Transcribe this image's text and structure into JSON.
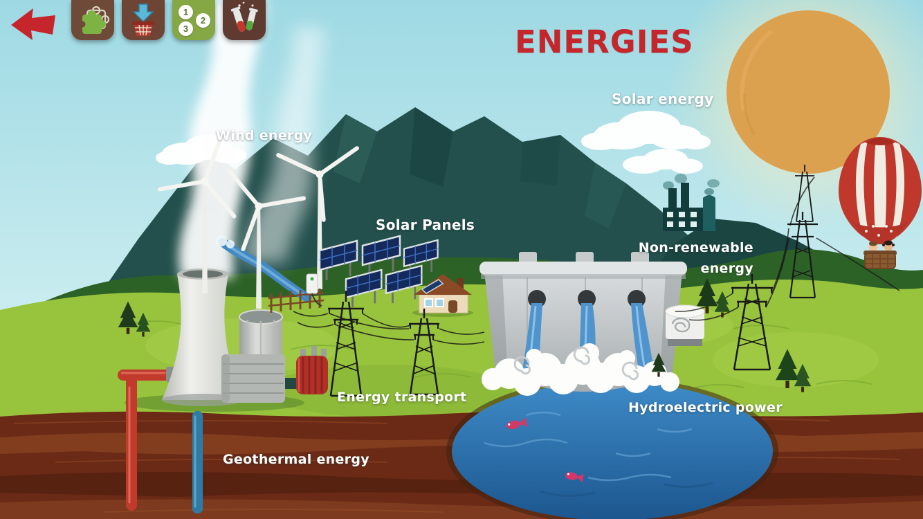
{
  "title": "ENERGIES",
  "toolbar": {
    "back_icon": "back-arrow-icon",
    "buttons": [
      {
        "name": "puzzle",
        "icon": "puzzle-icon"
      },
      {
        "name": "collect",
        "icon": "basket-download-icon"
      },
      {
        "name": "sequence",
        "icon": "numbered-circles-icon",
        "numbers": [
          "1",
          "3",
          "2"
        ]
      },
      {
        "name": "experiments",
        "icon": "test-tubes-icon"
      }
    ]
  },
  "labels": {
    "wind": "Wind energy",
    "solar": "Solar energy",
    "solar_panels": "Solar Panels",
    "non_renewable_line1": "Non-renewable",
    "non_renewable_line2": "energy",
    "transport": "Energy transport",
    "hydro": "Hydroelectric power",
    "geothermal": "Geothermal energy"
  },
  "colors": {
    "title": "#c5262c",
    "label_text": "#ffffff",
    "sky": "#a7dbe3",
    "mountains": "#23504c",
    "field": "#98c33d",
    "underground": "#6b2a16",
    "water": "#2f7cbd",
    "sun": "#dca14f",
    "balloon": "#bf382b"
  }
}
